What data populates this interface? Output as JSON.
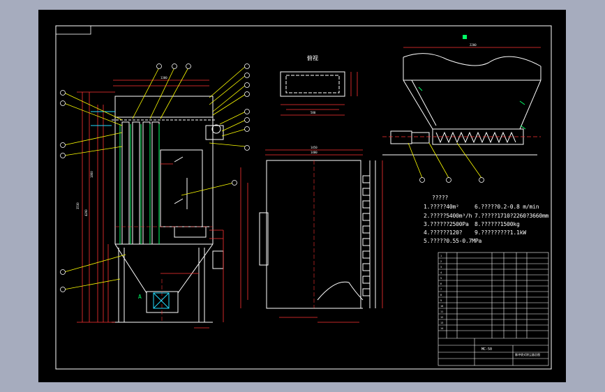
{
  "drawing": {
    "view_labels": {
      "top_view": "俯视",
      "section_a": "A",
      "view_a": "A"
    },
    "specs": [
      "1.?????40m²",
      "2.?????5400m³/h",
      "3.??????2500Pa",
      "4.??????120?",
      "5.?????0.55-0.7MPa",
      "6.?????0.2-0.8 m/min",
      "7.?????1710?2260?3660mm",
      "8.??????1500kg",
      "9.?????????1.1kW"
    ],
    "specs_title": "?????",
    "dims": {
      "total_height": "3530",
      "d1860": "1860",
      "d4290": "4290",
      "d1300": "1300",
      "d1450": "1450",
      "d1400": "1400",
      "d580": "580",
      "d2200": "2200"
    },
    "title_block": {
      "drawing_no": "MC-50",
      "name": "脉冲袋式除尘器总图"
    },
    "colors": {
      "line": "#ffffff",
      "dim": "#ff3333",
      "center": "#ff3333",
      "leader": "#ffff00",
      "hatch": "#00ff66",
      "cyan": "#22ddff",
      "frame": "#ffffff"
    }
  }
}
